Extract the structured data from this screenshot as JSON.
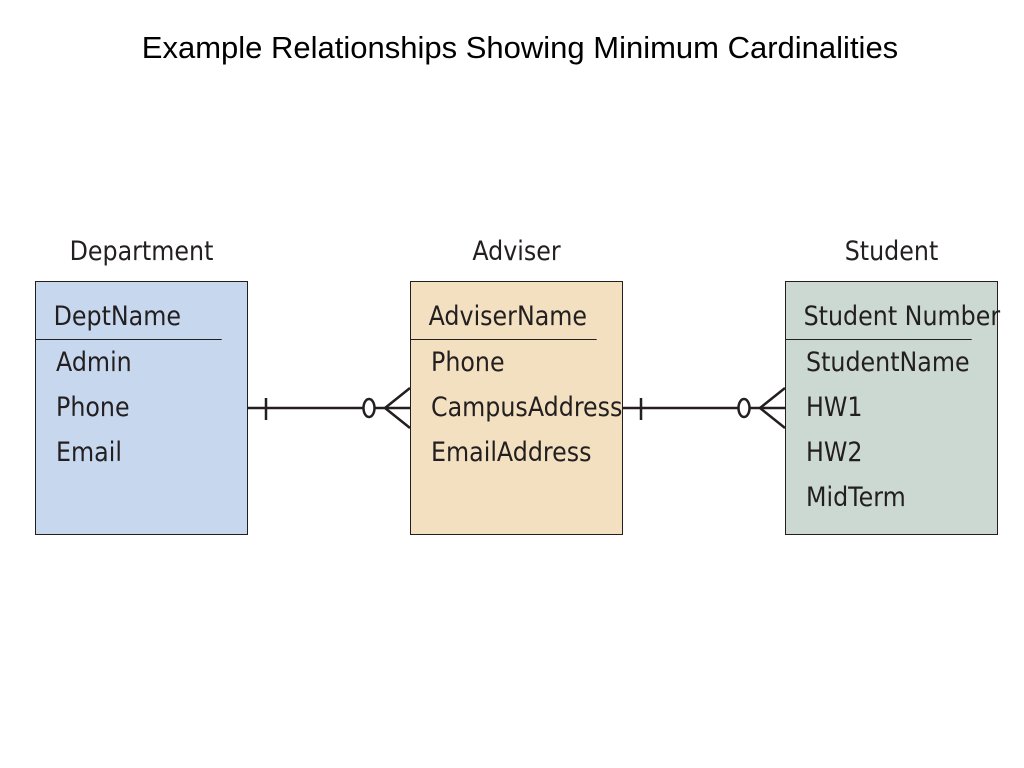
{
  "title": "Example Relationships Showing Minimum Cardinalities",
  "colors": {
    "department_fill": "#c7d7ee",
    "adviser_fill": "#f2e0c0",
    "student_fill": "#ccd9d2",
    "line": "#231f20"
  },
  "entities": [
    {
      "name": "Department",
      "key": "DeptName",
      "attributes": [
        "Admin",
        "Phone",
        "Email"
      ]
    },
    {
      "name": "Adviser",
      "key": "AdviserName",
      "attributes": [
        "Phone",
        "CampusAddress",
        "EmailAddress"
      ]
    },
    {
      "name": "Student",
      "key": "Student Number",
      "attributes": [
        "StudentName",
        "HW1",
        "HW2",
        "MidTerm"
      ]
    }
  ],
  "relationships": [
    {
      "from": "Department",
      "to": "Adviser",
      "from_end": "mandatory-one",
      "to_end": "optional-many"
    },
    {
      "from": "Adviser",
      "to": "Student",
      "from_end": "mandatory-one",
      "to_end": "optional-many"
    }
  ]
}
